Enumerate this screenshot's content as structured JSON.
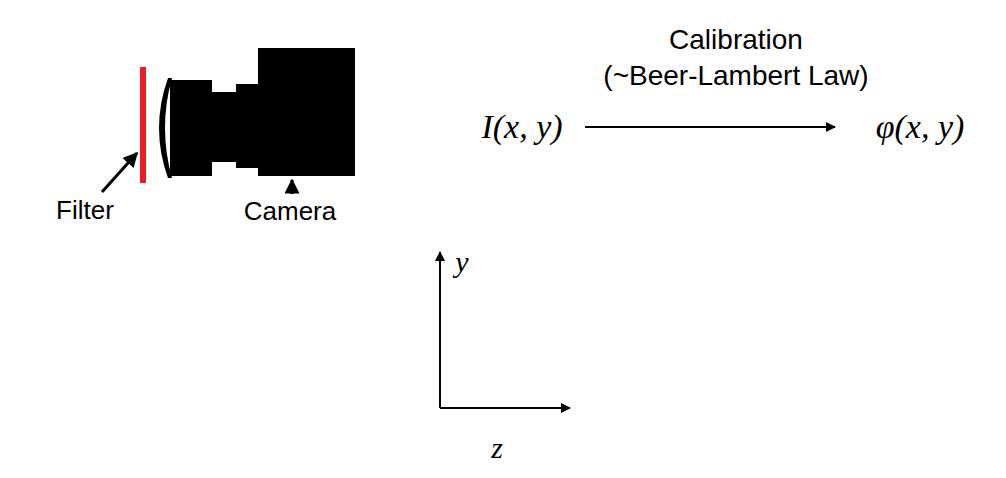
{
  "diagram": {
    "labels": [
      "Filter",
      "Camera",
      "Calibration",
      "(~Beer-Lambert Law)",
      "I(x, y)",
      "φ(x, y)",
      "y",
      "z"
    ]
  }
}
